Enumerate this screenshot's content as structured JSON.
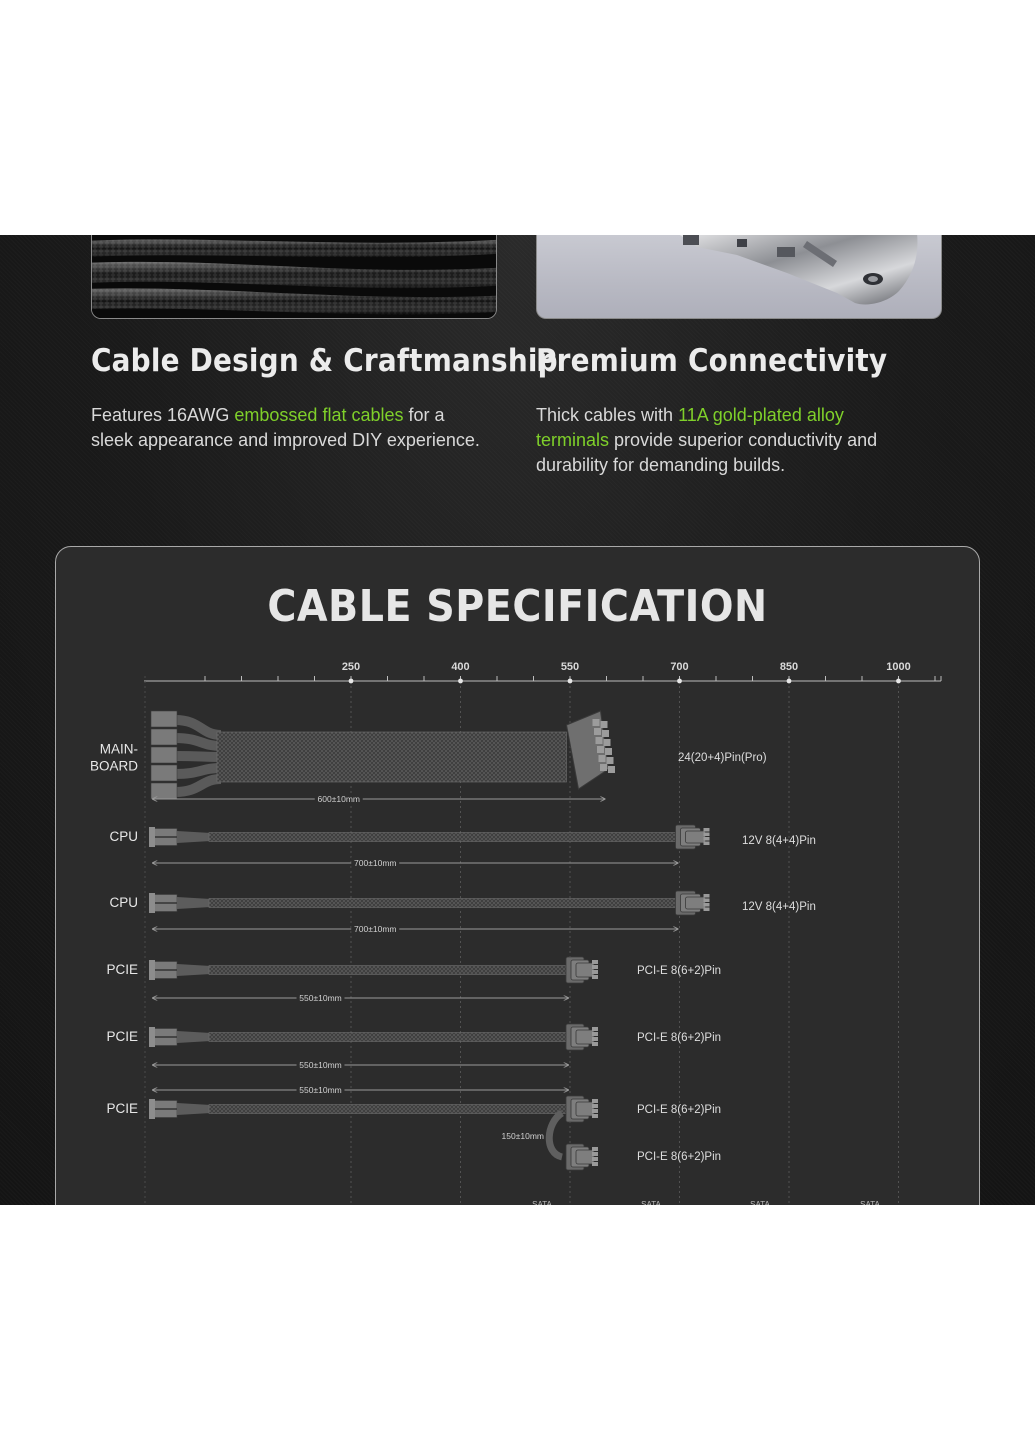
{
  "features": [
    {
      "image": "braided-flat-cable-photo",
      "title": "Cable Design & Craftmanship",
      "body_before": "Features 16AWG ",
      "body_highlight": "embossed flat cables",
      "body_after": " for a sleek appearance and improved DIY experience."
    },
    {
      "image": "gold-plated-terminal-photo",
      "title": "Premium Connectivity",
      "body_before": "Thick cables with ",
      "body_highlight": "11A gold-plated alloy terminals",
      "body_after": " provide superior conductivity and durability for demanding builds."
    }
  ],
  "colors": {
    "highlight": "#7fd02a",
    "background": "#1a1a1a",
    "card": "#2c2c2c"
  },
  "spec": {
    "title": "CABLE SPECIFICATION",
    "scale_ticks": [
      "250",
      "400",
      "550",
      "700",
      "850",
      "1000"
    ],
    "scale_values": [
      250,
      400,
      550,
      700,
      850,
      1000
    ],
    "cables": [
      {
        "label_lines": [
          "MAIN-",
          "BOARD"
        ],
        "connector": "24(20+4)Pin(Pro)",
        "length_label": "600±10mm",
        "length": 600,
        "kind": "main"
      },
      {
        "label_lines": [
          "CPU"
        ],
        "connector": "12V 8(4+4)Pin",
        "length_label": "700±10mm",
        "length": 700,
        "kind": "cpu"
      },
      {
        "label_lines": [
          "CPU"
        ],
        "connector": "12V 8(4+4)Pin",
        "length_label": "700±10mm",
        "length": 700,
        "kind": "cpu"
      },
      {
        "label_lines": [
          "PCIE"
        ],
        "connector": "PCI-E 8(6+2)Pin",
        "length_label": "550±10mm",
        "length": 550,
        "kind": "pcie"
      },
      {
        "label_lines": [
          "PCIE"
        ],
        "connector": "PCI-E 8(6+2)Pin",
        "length_label": "550±10mm",
        "length": 550,
        "kind": "pcie"
      },
      {
        "label_lines": [
          "PCIE"
        ],
        "connector": "PCI-E 8(6+2)Pin",
        "connector2": "PCI-E 8(6+2)Pin",
        "length_label": "550±10mm",
        "length": 550,
        "extension_label": "150±10mm",
        "kind": "pcie-dual"
      }
    ],
    "sata_labels": [
      "SATA",
      "SATA",
      "SATA",
      "SATA"
    ]
  }
}
